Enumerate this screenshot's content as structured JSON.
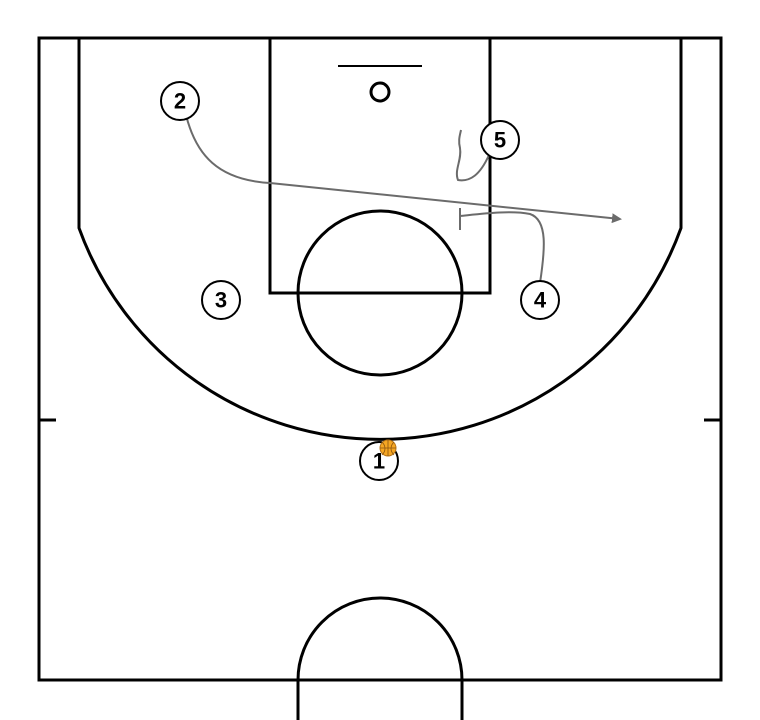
{
  "court": {
    "line_color": "#000000",
    "background": "#ffffff",
    "action_color": "#6b6b6b",
    "ball_color": "#f5a623"
  },
  "players": [
    {
      "id": "p1",
      "label": "1",
      "has_ball": true
    },
    {
      "id": "p2",
      "label": "2"
    },
    {
      "id": "p3",
      "label": "3"
    },
    {
      "id": "p4",
      "label": "4"
    },
    {
      "id": "p5",
      "label": "5"
    }
  ],
  "actions": [
    {
      "type": "cut",
      "player": "2",
      "icon": "arrow-icon"
    },
    {
      "type": "screen",
      "player": "4",
      "icon": "screen-bar-icon"
    },
    {
      "type": "move",
      "player": "5",
      "icon": "squiggle-line-icon"
    }
  ]
}
